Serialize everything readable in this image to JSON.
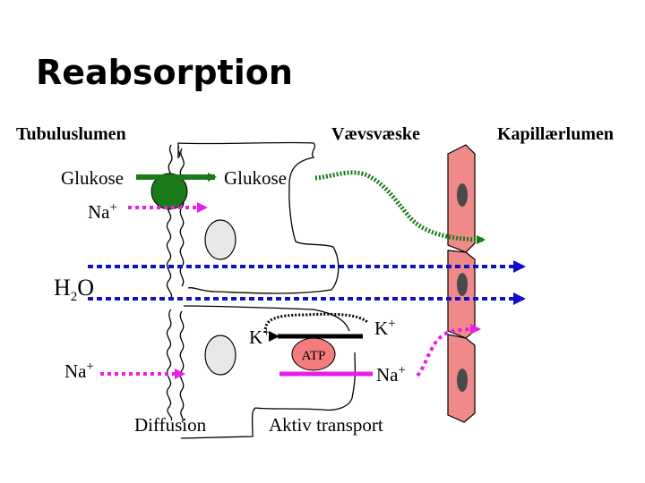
{
  "title": "Reabsorption",
  "headers": {
    "tubular_lumen": "Tubuluslumen",
    "interstitial_fluid": "Vævsvæske",
    "capillary_lumen": "Kapillærlumen"
  },
  "labels": {
    "glucose_left": "Glukose",
    "glucose_right": "Glukose",
    "na_top": "Na",
    "na_bottom": "Na",
    "na_right": "Na",
    "k_left": "K",
    "k_right": "K",
    "charge_plus": "+",
    "water_h": "H",
    "water_sub": "2",
    "water_o": "O",
    "atp": "ATP",
    "diffusion": "Diffusion",
    "active_transport": "Aktiv transport"
  },
  "colors": {
    "glucose": "#1a7a1a",
    "sodium": "#e81ee8",
    "water": "#1010c8",
    "capillary": "#f08a8a",
    "nucleus": "#4a4a4a",
    "atp": "#f47c7c",
    "vesicle": "#e8e8e8"
  }
}
